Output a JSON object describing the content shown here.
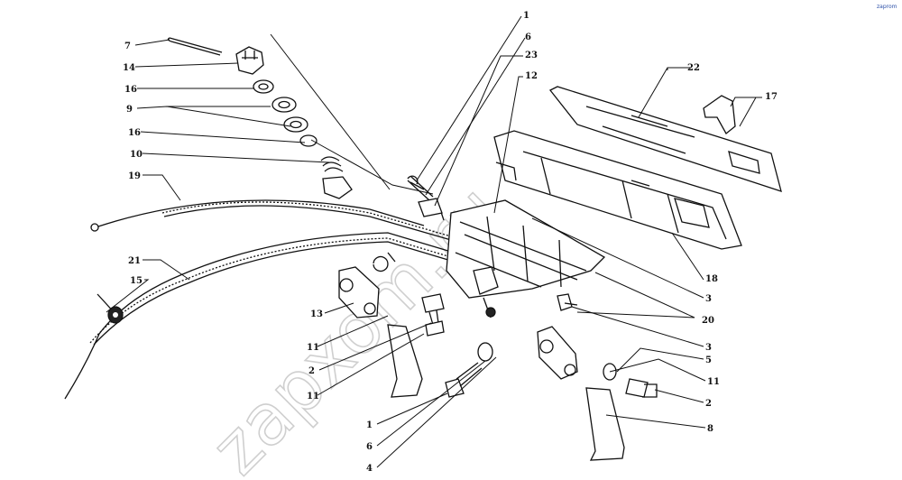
{
  "watermark": "zapxom.ru",
  "corner_mark": "zaprom",
  "labels": [
    {
      "id": "c1",
      "text": "1"
    },
    {
      "id": "c6",
      "text": "6"
    },
    {
      "id": "c23",
      "text": "23"
    },
    {
      "id": "c12",
      "text": "12"
    },
    {
      "id": "c22",
      "text": "22"
    },
    {
      "id": "c17",
      "text": "17"
    },
    {
      "id": "c18",
      "text": "18"
    },
    {
      "id": "c3a",
      "text": "3"
    },
    {
      "id": "c20",
      "text": "20"
    },
    {
      "id": "c3b",
      "text": "3"
    },
    {
      "id": "c5",
      "text": "5"
    },
    {
      "id": "c11r",
      "text": "11"
    },
    {
      "id": "c2r",
      "text": "2"
    },
    {
      "id": "c8",
      "text": "8"
    },
    {
      "id": "l7",
      "text": "7"
    },
    {
      "id": "l14",
      "text": "14"
    },
    {
      "id": "l16a",
      "text": "16"
    },
    {
      "id": "l9",
      "text": "9"
    },
    {
      "id": "l16b",
      "text": "16"
    },
    {
      "id": "l10",
      "text": "10"
    },
    {
      "id": "l19",
      "text": "19"
    },
    {
      "id": "l21",
      "text": "21"
    },
    {
      "id": "l15",
      "text": "15"
    },
    {
      "id": "l13",
      "text": "13"
    },
    {
      "id": "l11a",
      "text": "11"
    },
    {
      "id": "l2",
      "text": "2"
    },
    {
      "id": "l11b",
      "text": "11"
    },
    {
      "id": "l1b",
      "text": "1"
    },
    {
      "id": "l6b",
      "text": "6"
    },
    {
      "id": "l4",
      "text": "4"
    }
  ]
}
